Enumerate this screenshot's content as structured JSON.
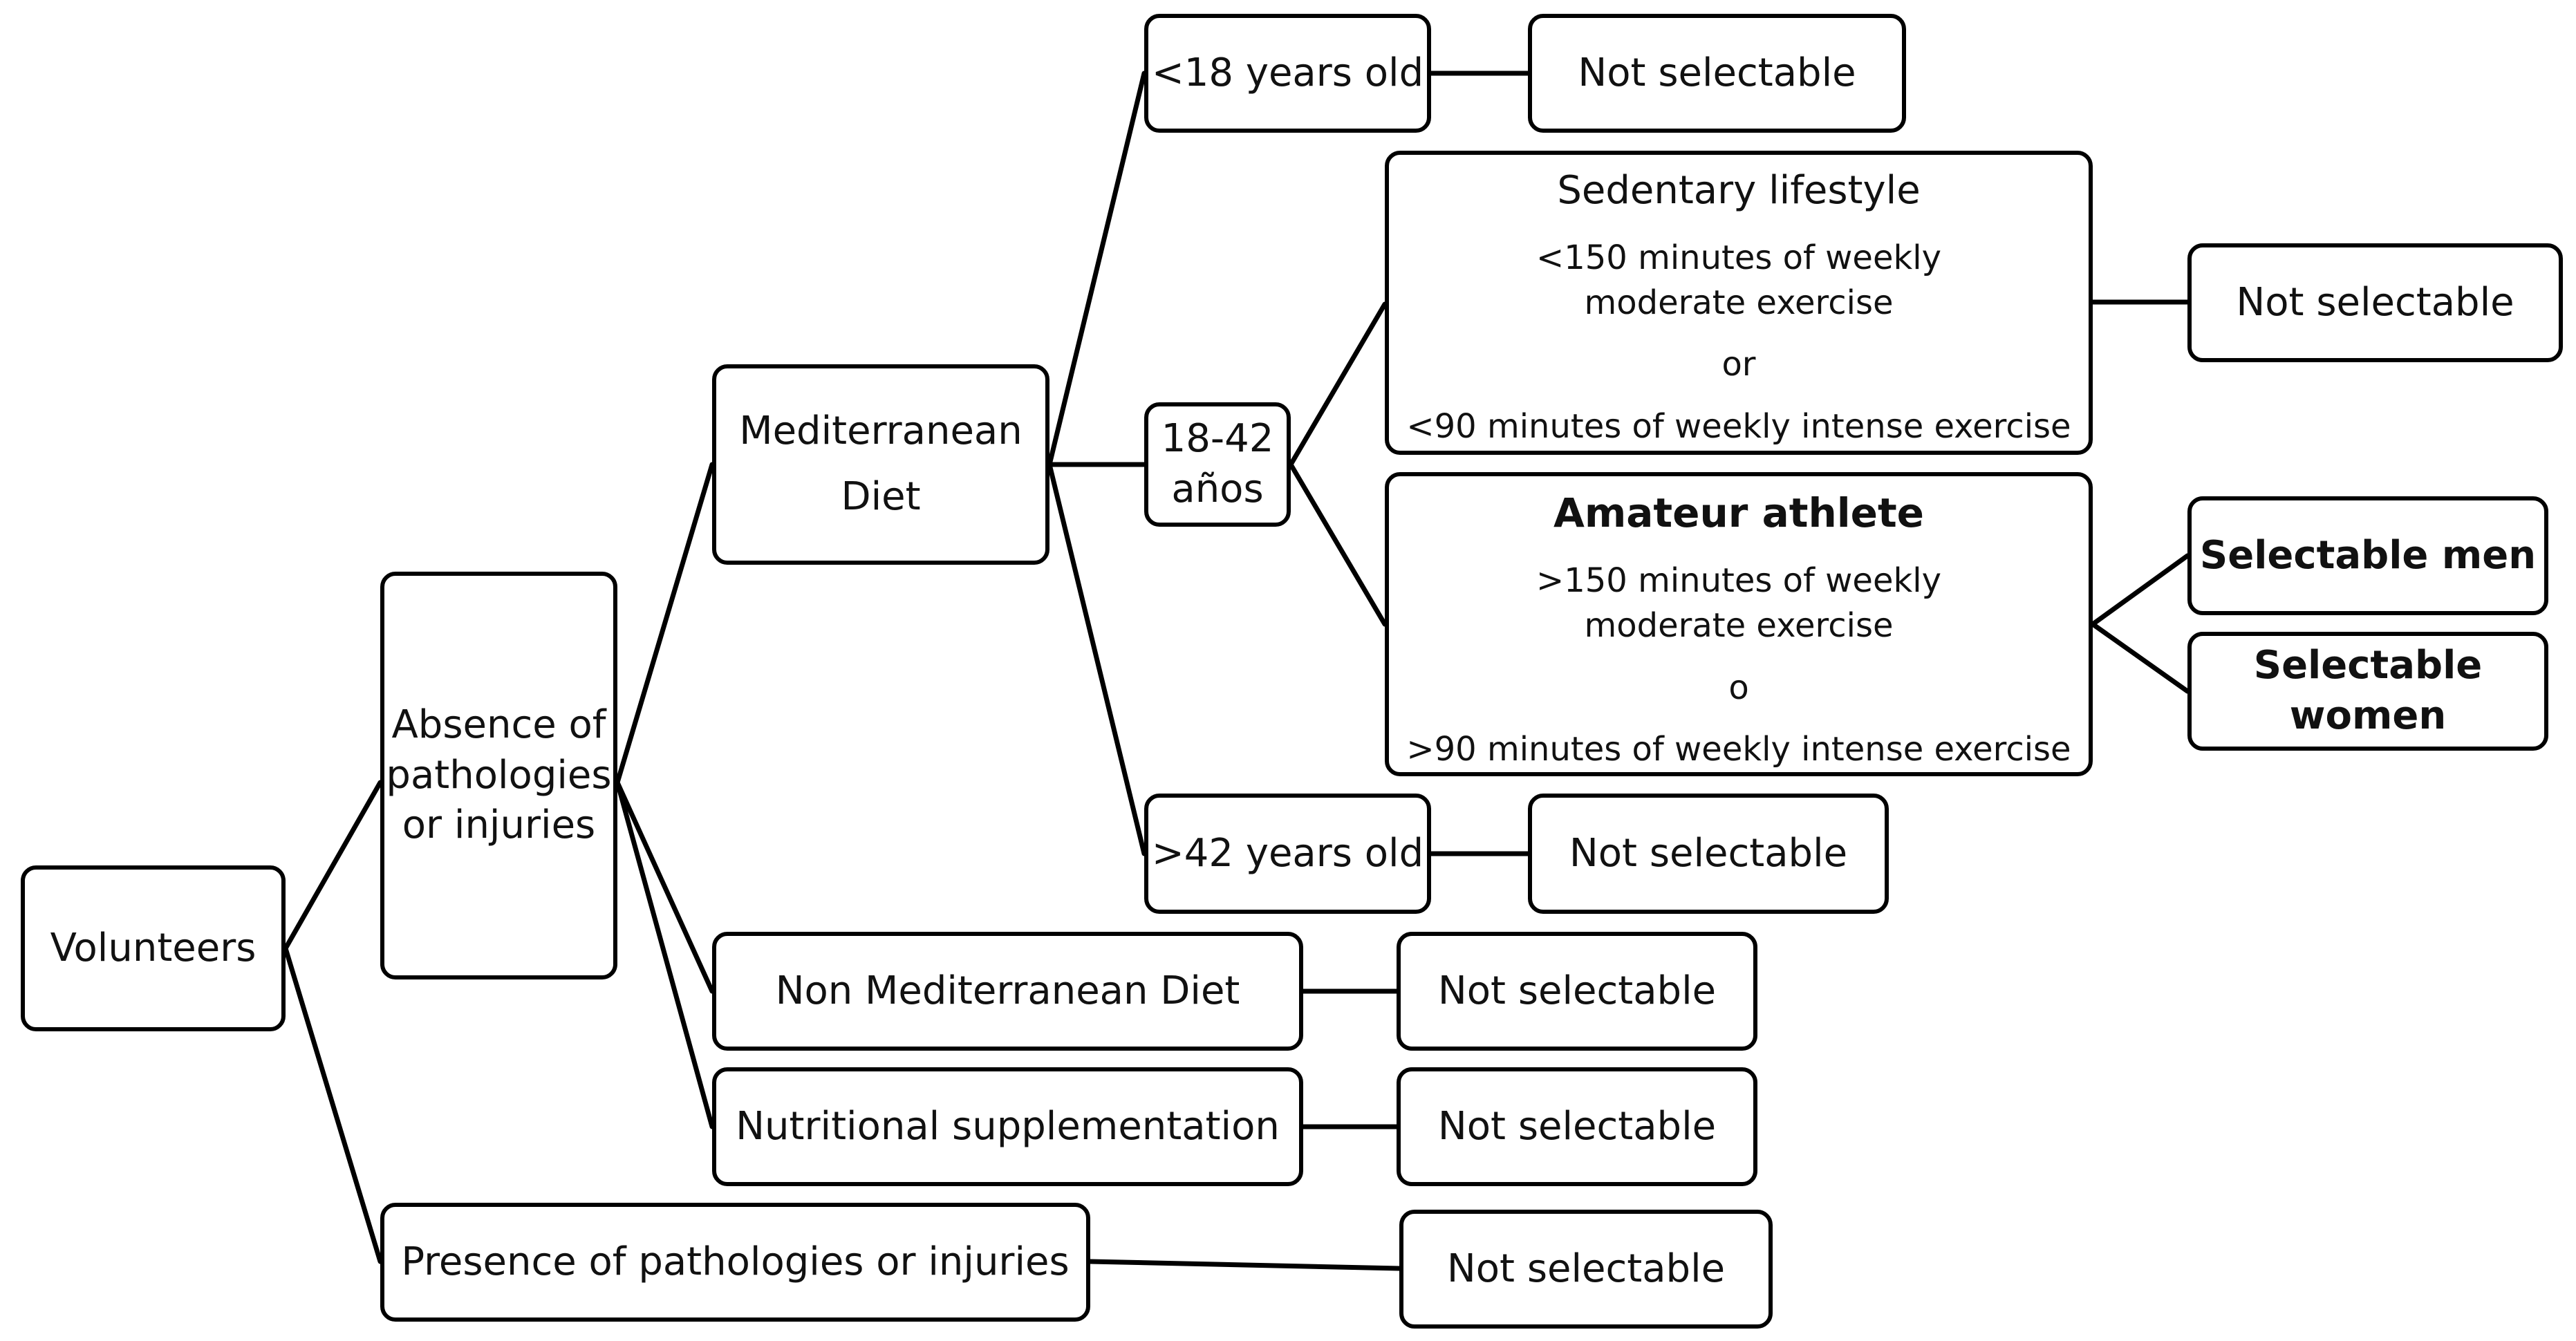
{
  "diagram": {
    "volunteers": "Volunteers",
    "absence": [
      "Absence of",
      "pathologies",
      "or injuries"
    ],
    "presence": "Presence of pathologies or injuries",
    "mediterranean": [
      "Mediterranean",
      "Diet"
    ],
    "non_mediterranean": "Non Mediterranean Diet",
    "supplementation": "Nutritional supplementation",
    "under_18": "<18 years old",
    "age_18_42": [
      "18-42",
      "años"
    ],
    "over_42": ">42 years old",
    "sedentary": {
      "title": "Sedentary lifestyle",
      "line1": "<150 minutes of weekly moderate exercise",
      "conj": "or",
      "line2": "<90 minutes of weekly intense exercise"
    },
    "amateur": {
      "title": "Amateur athlete",
      "line1": ">150 minutes of weekly moderate exercise",
      "conj": "o",
      "line2": ">90 minutes of weekly intense exercise"
    },
    "not_selectable": "Not selectable",
    "selectable_men": "Selectable men",
    "selectable_women": "Selectable women"
  }
}
